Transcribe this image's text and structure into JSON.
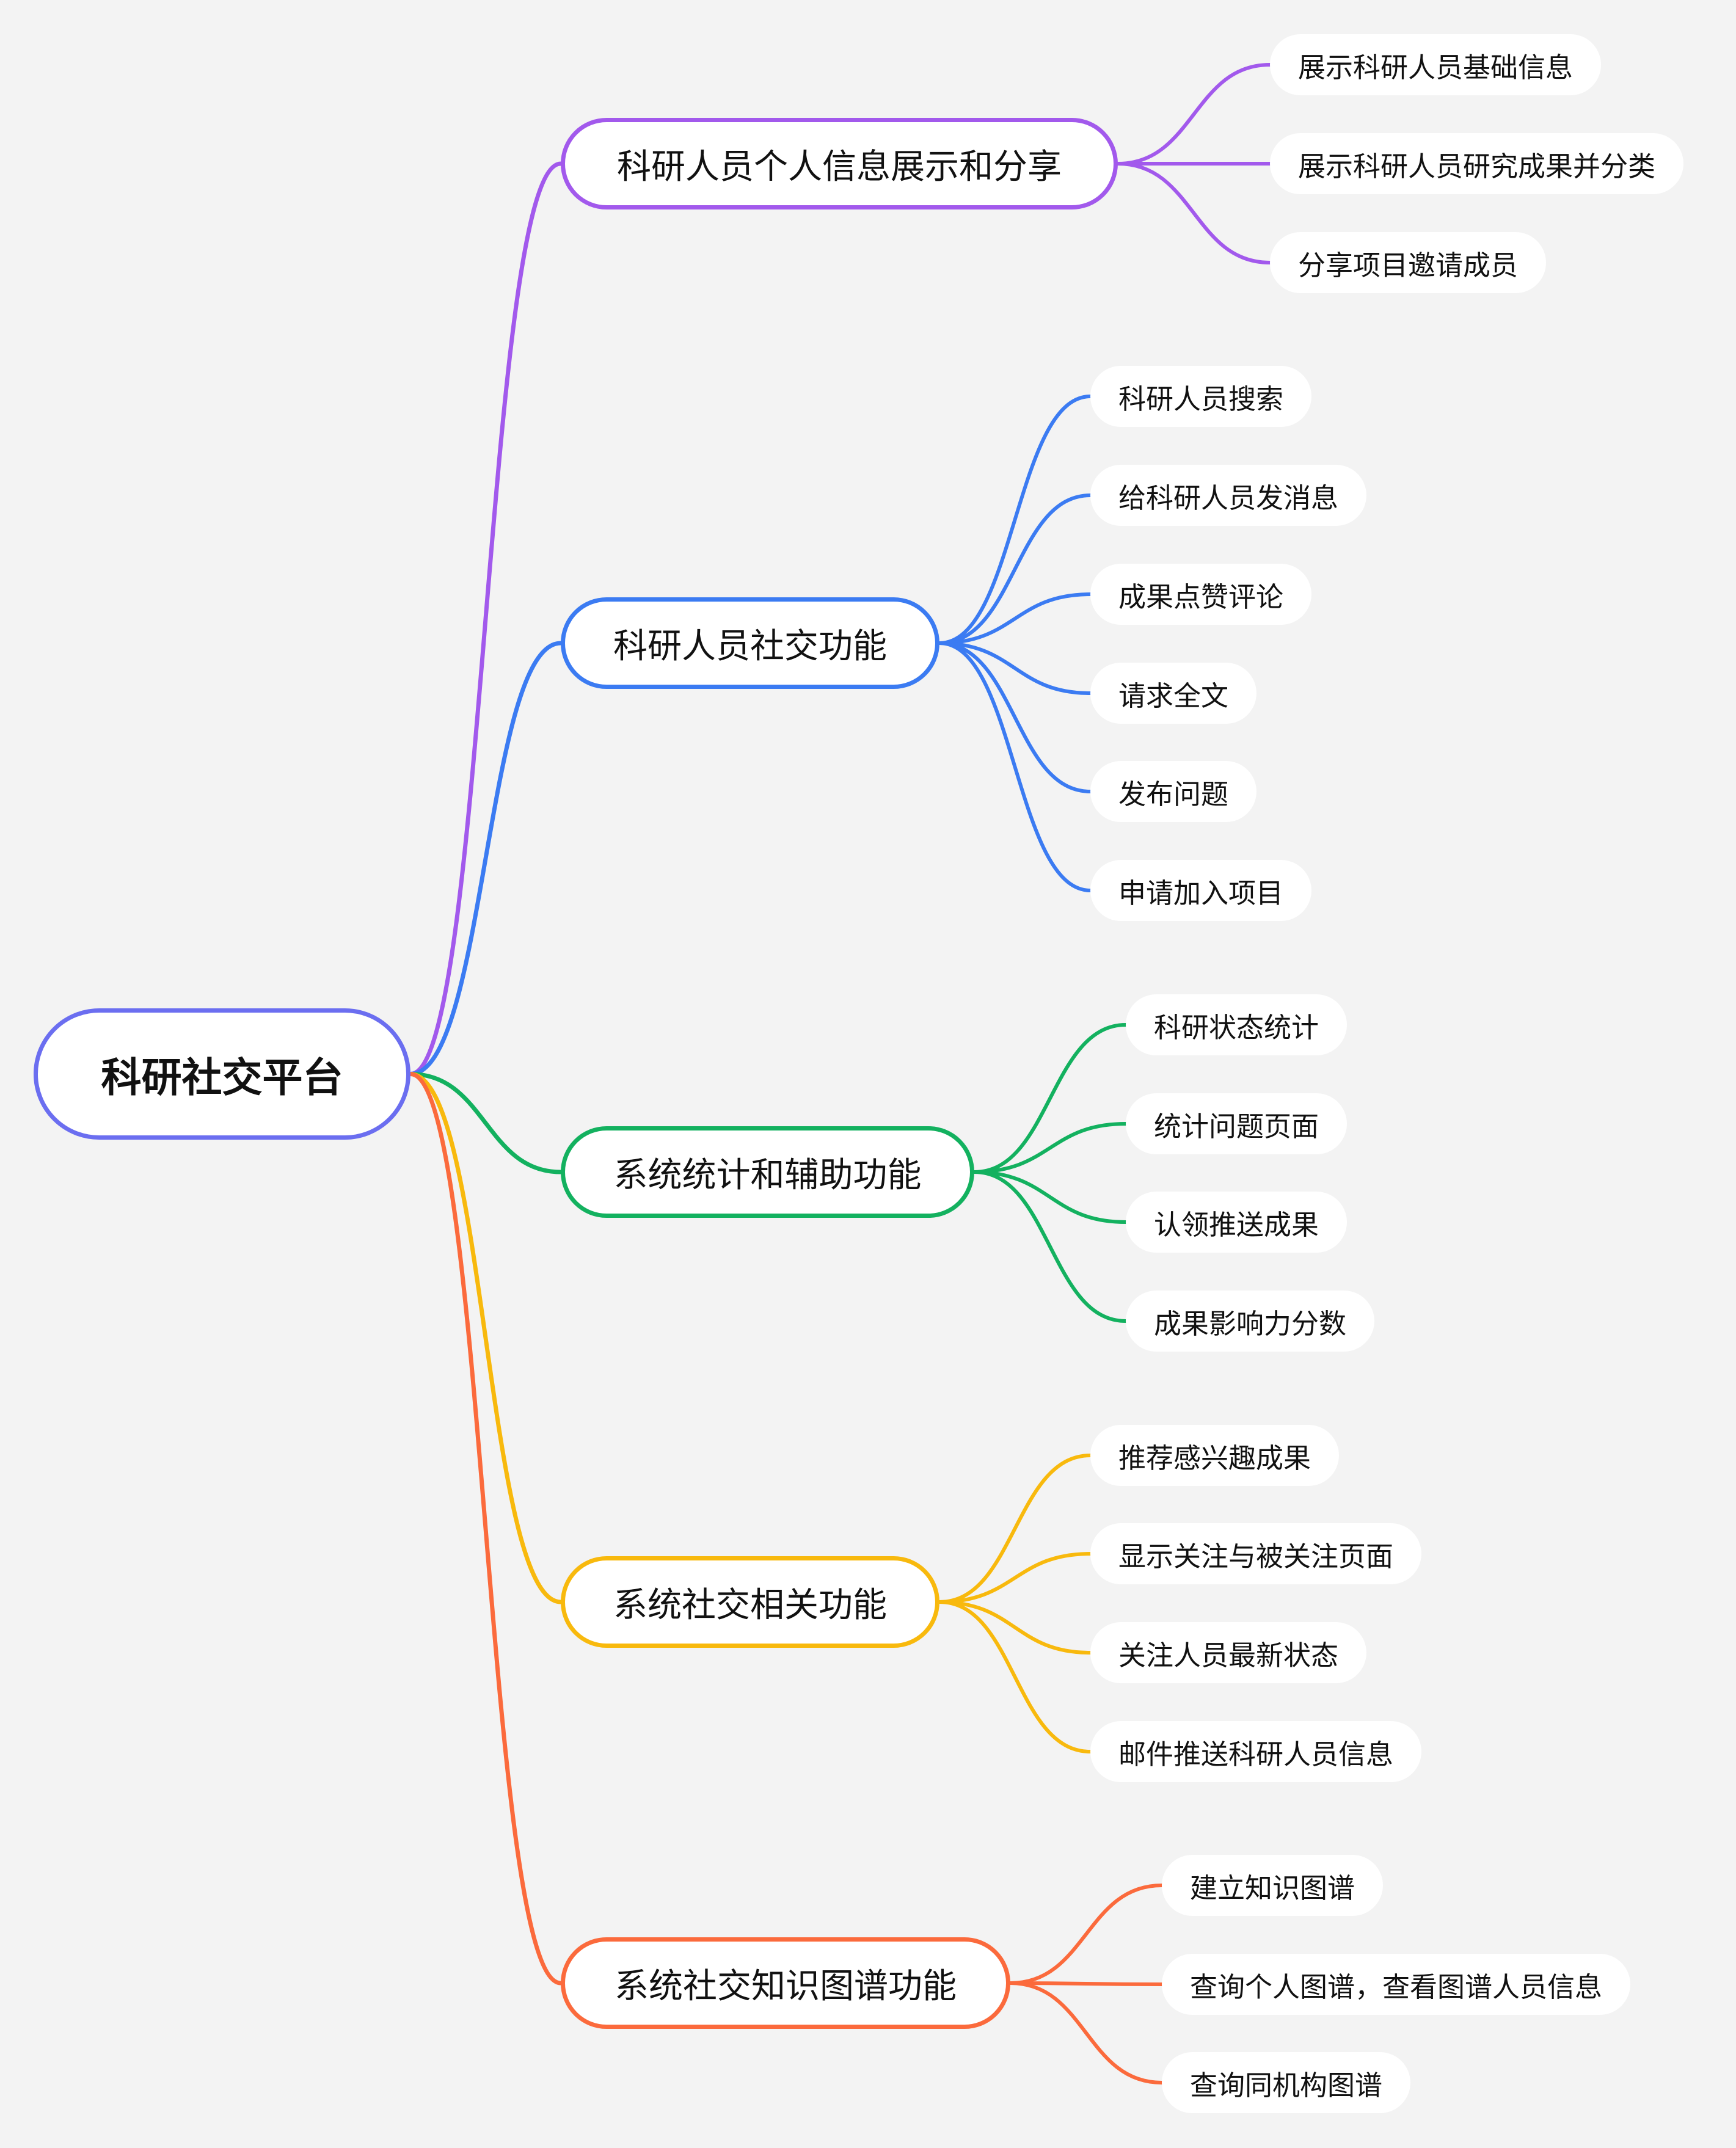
{
  "root": {
    "label": "科研社交平台",
    "color": "#6b6ef0"
  },
  "branches": [
    {
      "label": "科研人员个人信息展示和分享",
      "color": "#a259ec",
      "children": [
        "展示科研人员基础信息",
        "展示科研人员研究成果并分类",
        "分享项目邀请成员"
      ]
    },
    {
      "label": "科研人员社交功能",
      "color": "#3b7bf2",
      "children": [
        "科研人员搜索",
        "给科研人员发消息",
        "成果点赞评论",
        "请求全文",
        "发布问题",
        "申请加入项目"
      ]
    },
    {
      "label": "系统统计和辅助功能",
      "color": "#13b15f",
      "children": [
        "科研状态统计",
        "统计问题页面",
        "认领推送成果",
        "成果影响力分数"
      ]
    },
    {
      "label": "系统社交相关功能",
      "color": "#f8b90d",
      "children": [
        "推荐感兴趣成果",
        "显示关注与被关注页面",
        "关注人员最新状态",
        "邮件推送科研人员信息"
      ]
    },
    {
      "label": "系统社交知识图谱功能",
      "color": "#fb6a3c",
      "children": [
        "建立知识图谱",
        "查询个人图谱，查看图谱人员信息",
        "查询同机构图谱"
      ]
    }
  ]
}
